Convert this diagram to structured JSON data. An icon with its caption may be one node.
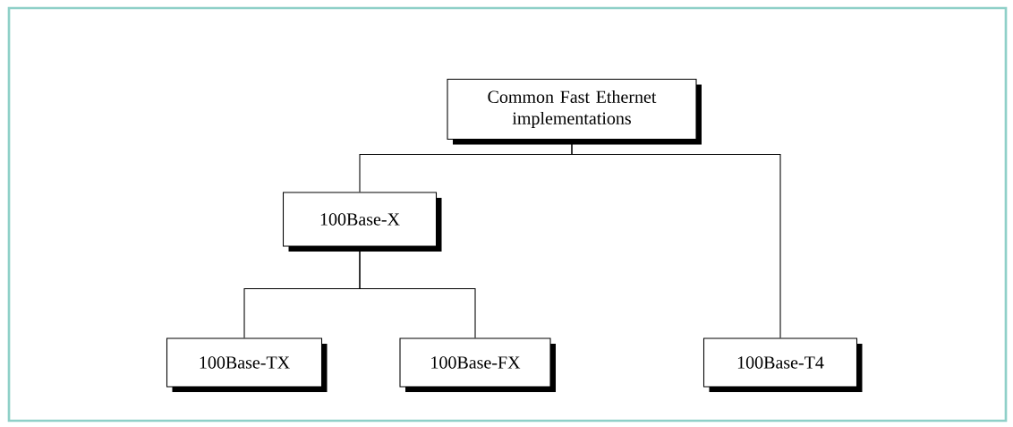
{
  "diagram": {
    "nodes": [
      {
        "text": [
          "Common Fast Ethernet implementations"
        ]
      },
      {
        "text": [
          "100Base-X"
        ]
      },
      {
        "text": [
          "100Base-TX"
        ]
      },
      {
        "text": [
          "100Base-FX"
        ]
      },
      {
        "text": [
          "100Base-T4"
        ]
      }
    ],
    "edges": [
      {
        "from": 0,
        "to": 1,
        "arrow": "none"
      },
      {
        "from": 0,
        "to": 4,
        "arrow": "none"
      },
      {
        "from": 1,
        "to": 2,
        "arrow": "none"
      },
      {
        "from": 1,
        "to": 3,
        "arrow": "none"
      }
    ]
  }
}
